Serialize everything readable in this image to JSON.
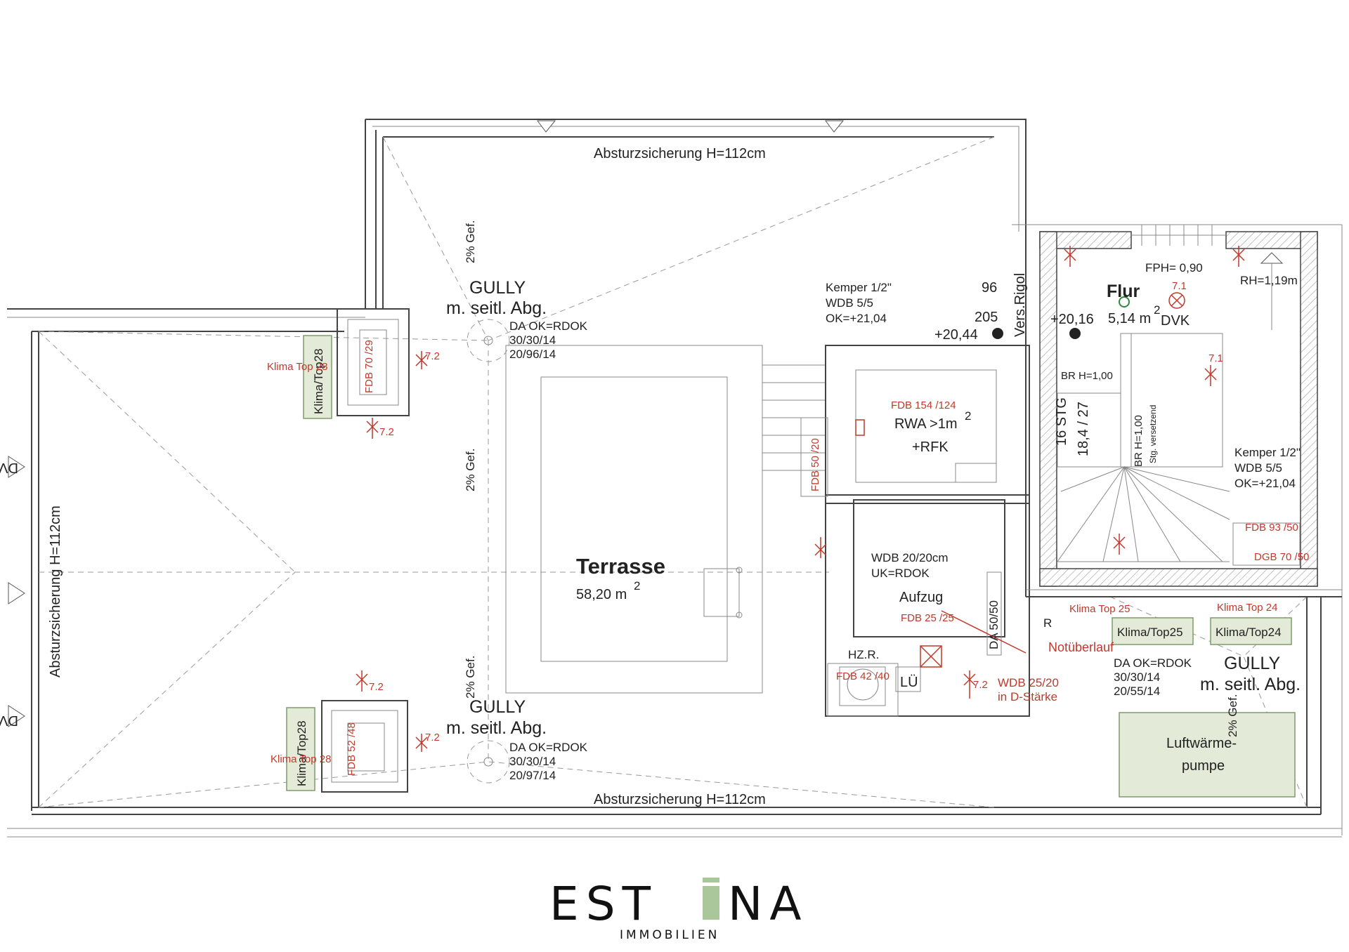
{
  "labels": {
    "railing_top": "Absturzsicherung H=112cm",
    "railing_bottom": "Absturzsicherung H=112cm",
    "railing_left": "Absturzsicherung H=112cm",
    "slope_1": "2% Gef.",
    "slope_2": "2% Gef.",
    "slope_3": "2% Gef.",
    "slope_4": "2% Gef.",
    "dvk_left_1": "DVK",
    "dvk_left_2": "DVK",
    "gully_1_title": "GULLY",
    "gully_1_sub": "m. seitl. Abg.",
    "gully_1_d1": "DA OK=RDOK",
    "gully_1_d2": "30/30/14",
    "gully_1_d3": "20/96/14",
    "gully_2_title": "GULLY",
    "gully_2_sub": "m. seitl. Abg.",
    "gully_2_d1": "DA OK=RDOK",
    "gully_2_d2": "30/30/14",
    "gully_2_d3": "20/97/14",
    "gully_3_title": "GULLY",
    "gully_3_sub": "m. seitl. Abg.",
    "gully_3_d1": "DA OK=RDOK",
    "gully_3_d2": "30/30/14",
    "gully_3_d3": "20/55/14",
    "klima_top28_a": "Klima/Top28",
    "klima_top28_b": "Klima/Top28",
    "klima_top25": "Klima/Top25",
    "klima_top24": "Klima/Top24",
    "klima_red_1": "Klima Top 28",
    "klima_red_2": "Klima Top 28",
    "klima_red_3": "Klima Top 25",
    "klima_red_4": "Klima Top 24",
    "fdb_70_29": "FDB 70 /29",
    "fdb_52_48": "FDB 52 /48",
    "fdb_50_20": "FDB 50 /20",
    "fdb_154_124": "FDB 154 /124",
    "fdb_25_25": "FDB 25 /25",
    "fdb_42_40": "FDB 42 /40",
    "fdb_93_50": "FDB 93 /50",
    "dgb_70_50": "DGB 70 /50",
    "terrace_name": "Terrasse",
    "terrace_area": "58,20 m",
    "kemper_1_a": "Kemper 1/2\"",
    "kemper_1_b": "WDB 5/5",
    "kemper_1_c": "OK=+21,04",
    "kemper_2_a": "Kemper 1/2\"",
    "kemper_2_b": "WDB 5/5",
    "kemper_2_c": "OK=+21,04",
    "dim_96": "96",
    "dim_205": "205",
    "level_2044": "+20,44",
    "level_2016": "+20,16",
    "vers_rigol": "Vers.Rigol",
    "flur_name": "Flur",
    "flur_area": "5,14 m",
    "dvk_flur": "DVK",
    "fph": "FPH= 0,90",
    "rh": "RH=1,19m",
    "brh_1": "BR H=1,00",
    "brh_2": "BR H=1,00",
    "stg_1": "16 STG",
    "stg_2": "18,4 / 27",
    "stg_sub": "Stg. versetzend",
    "rwa": "RWA >1m",
    "rfk": "+RFK",
    "wdb_20": "WDB 20/20cm",
    "uk_rdok": "UK=RDOK",
    "aufzug": "Aufzug",
    "da_50": "DA 50/50",
    "r_mark": "R",
    "notueberlauf": "Notüberlauf",
    "hzr": "HZ.R.",
    "lu": "LÜ",
    "wdb_25_a": "WDB 25/20",
    "wdb_25_b": "in D-Stärke",
    "luft_1": "Luftwärme-",
    "luft_2": "pumpe",
    "n72": "7.2",
    "n71": "7.1",
    "sup2": "2"
  },
  "logo": {
    "part1": "EST",
    "part2": "NA",
    "sub": "IMMOBILIEN",
    "accent": "#a9c79a"
  }
}
